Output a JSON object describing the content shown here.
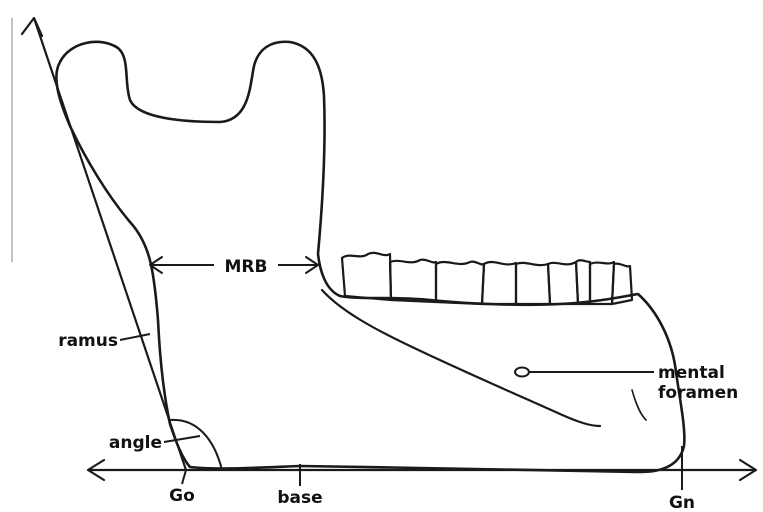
{
  "labels": {
    "mrb": "MRB",
    "ramus": "ramus",
    "angle": "angle",
    "go": "Go",
    "base": "base",
    "gn": "Gn",
    "mental_foramen_line1": "mental",
    "mental_foramen_line2": "foramen"
  },
  "colors": {
    "bone_fill": "#ebebeb",
    "tooth_fill": "#e4e4e4",
    "ink": "#1a1a1a",
    "background": "#ffffff"
  }
}
